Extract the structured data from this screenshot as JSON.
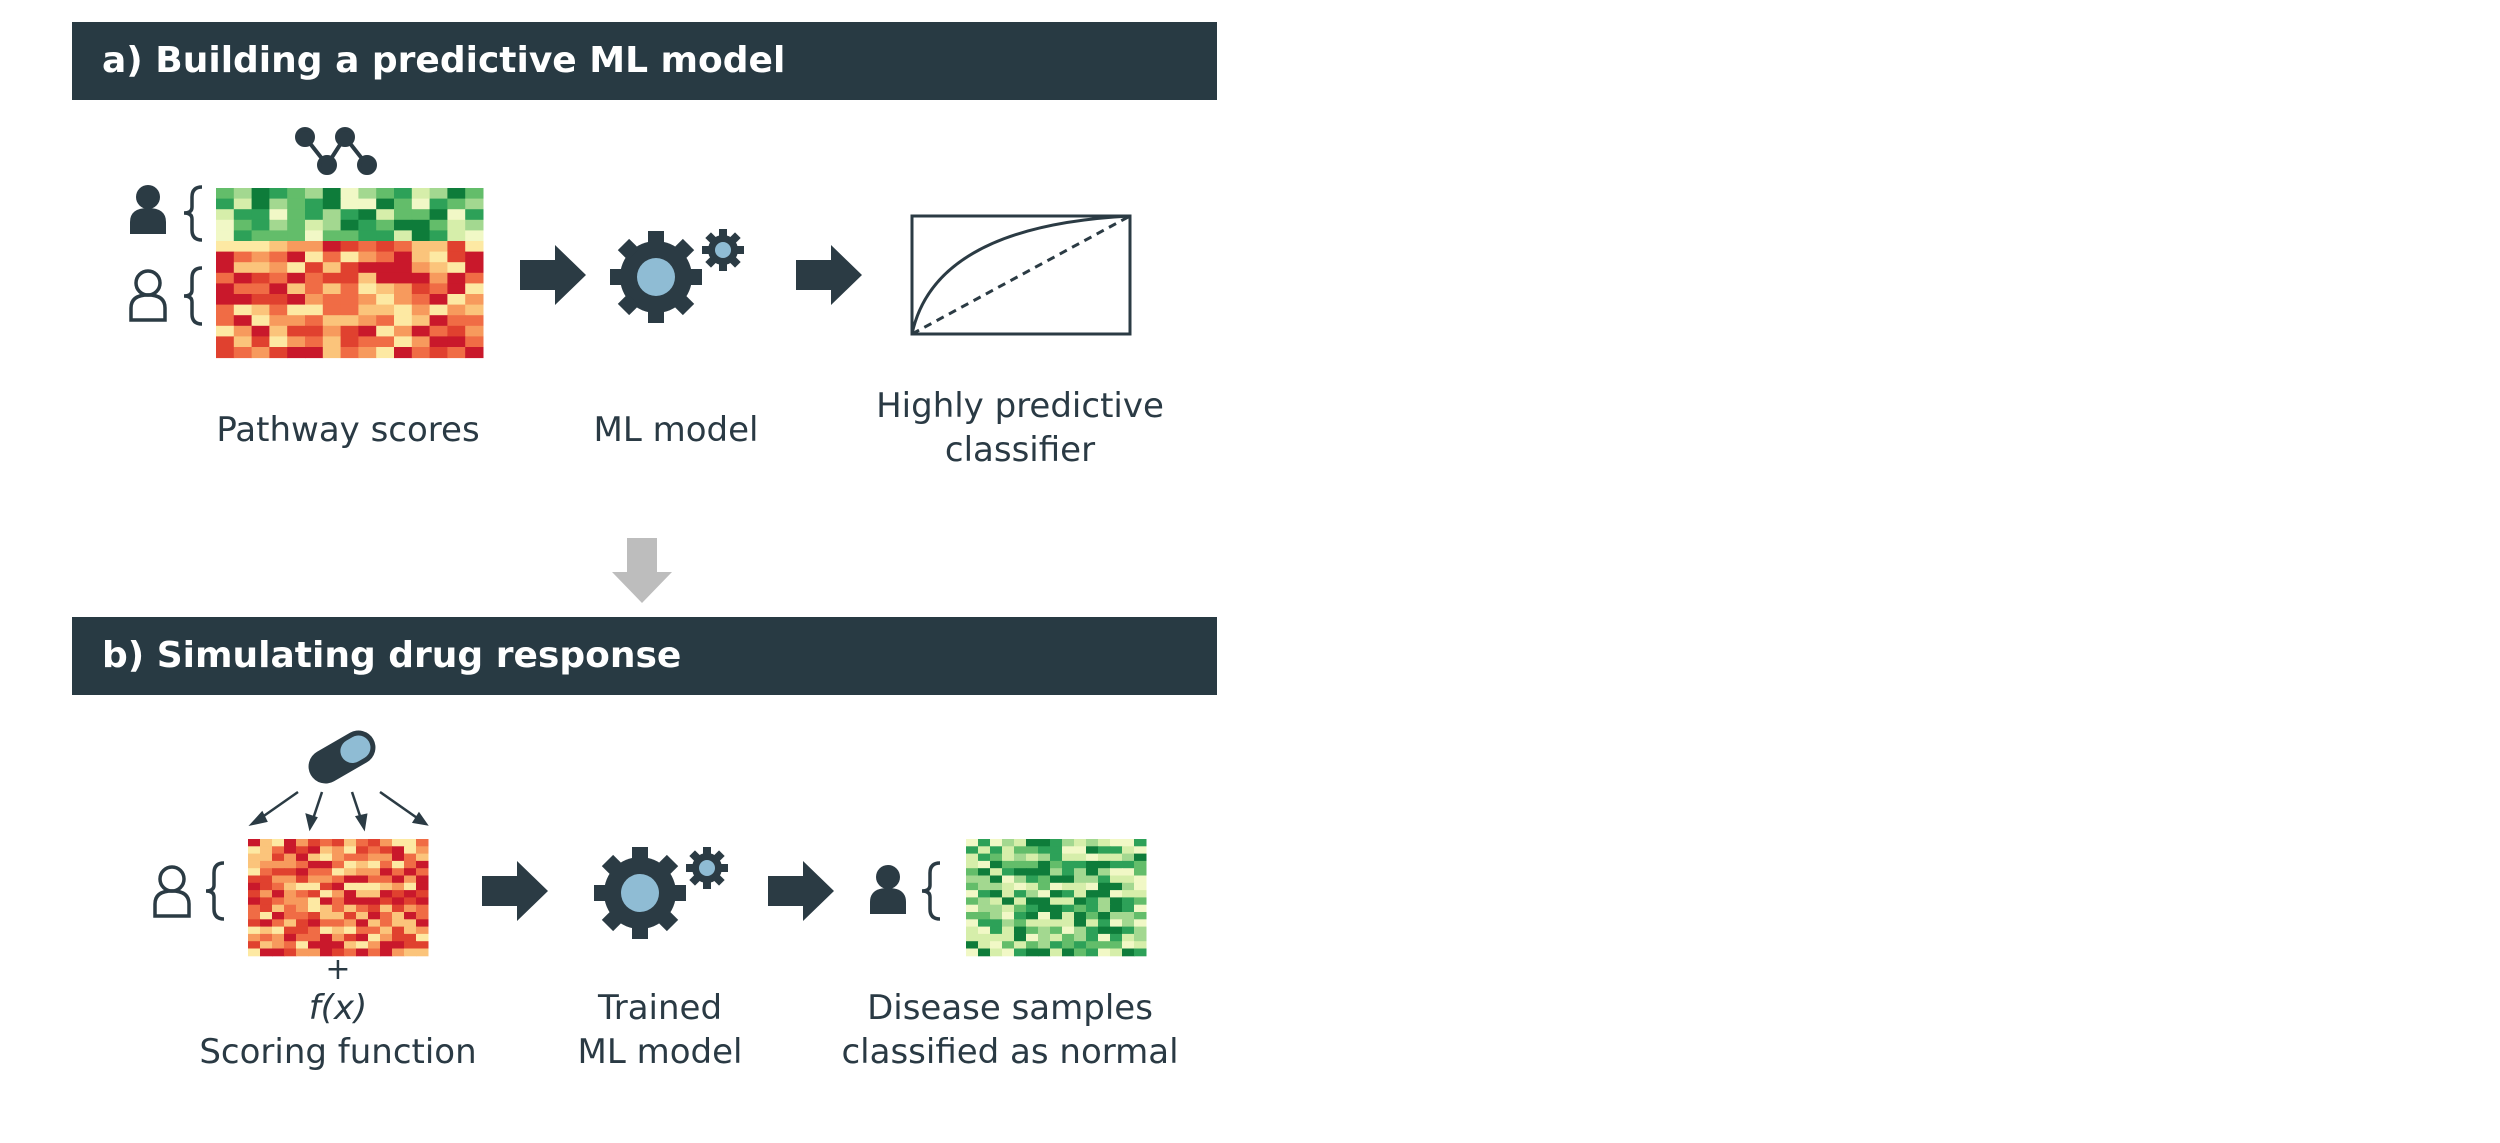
{
  "panel_a": {
    "title": "a) Building a predictive ML model",
    "labels": {
      "pathway_scores": "Pathway scores",
      "ml_model": "ML model",
      "classifier_line1": "Highly predictive",
      "classifier_line2": "classifier"
    }
  },
  "panel_b": {
    "title": "b) Simulating drug response",
    "labels": {
      "plus": "+",
      "fx": "f(x)",
      "scoring_function": "Scoring function",
      "trained_line1": "Trained",
      "trained_line2": "ML model",
      "disease_line1": "Disease samples",
      "disease_line2": "classified as normal"
    }
  },
  "colors": {
    "header_bg": "#283a43",
    "panel_bg": "#8fbcd4",
    "icon": "#2b3b44",
    "connector_arrow": "#bdbdbd",
    "heat_red": [
      "#c9182b",
      "#e0412f",
      "#f06c45",
      "#f79a5d",
      "#fbc47b",
      "#fde9a3"
    ],
    "heat_green": [
      "#0e7c3a",
      "#2da158",
      "#63bd6a",
      "#a3d890",
      "#d6eeaa",
      "#f1f8c6"
    ]
  }
}
